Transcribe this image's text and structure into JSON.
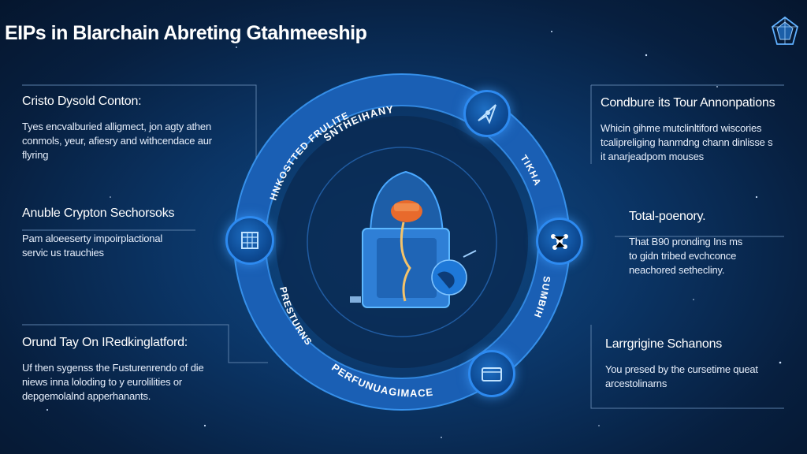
{
  "title": "EIPs in Blarchain Abreting Gtahmeeship",
  "ring_labels": {
    "top": "SNTHEIHANY",
    "top_left": "HNKOSTTED FRULITE",
    "right": "TIKHA",
    "left": "PRESTURNS",
    "bottom_right": "SUMBIH",
    "bottom": "PERFUNUAGIMACE"
  },
  "left_blocks": [
    {
      "heading": "Cristo Dysold Conton:",
      "lines": [
        "Tyes encvalburied alligmect, jon agty athen",
        "conmols, yeur, afiesry and withcendace aur",
        "flyring"
      ]
    },
    {
      "heading": "Anuble Crypton Sechorsoks",
      "lines": [
        "Pam aloeeserty impoirplactional",
        "servic us trauchies"
      ]
    },
    {
      "heading": "Orund Tay On IRedkinglatford:",
      "lines": [
        "Uf then sygenss the Fusturenrendo of die",
        "niews inna loloding to y eurolilities or",
        "depgemolalnd apperhanants."
      ]
    }
  ],
  "right_blocks": [
    {
      "heading": "Condbure its Tour Annonpations",
      "lines": [
        "Whicin gihme mutclinltiford wiscories",
        "tcalipreliging hanmdng chann dinlisse s",
        "it anarjeadpom mouses"
      ]
    },
    {
      "heading": "Total-poenory.",
      "lines": [
        "That B90 pronding Ins ms",
        "to gidn tribed evchconce",
        "neachored sethecliny."
      ]
    },
    {
      "heading": "Larrgrigine Schanons",
      "lines": [
        "You presed by the cursetime queat",
        "arcestolinarns"
      ]
    }
  ],
  "icons": {
    "corner": "crystal-logo-icon",
    "node_top_right": "rocket-icon",
    "node_right": "network-icon",
    "node_bottom_right": "wallet-icon",
    "node_left": "server-grid-icon",
    "center": "padlock-shield-icon"
  },
  "colors": {
    "background": "#0b3566",
    "ring": "#1a5fb4",
    "ring_glow": "#3fa0ff",
    "accent": "#2d8af0",
    "lock_orange": "#e86a2c"
  }
}
